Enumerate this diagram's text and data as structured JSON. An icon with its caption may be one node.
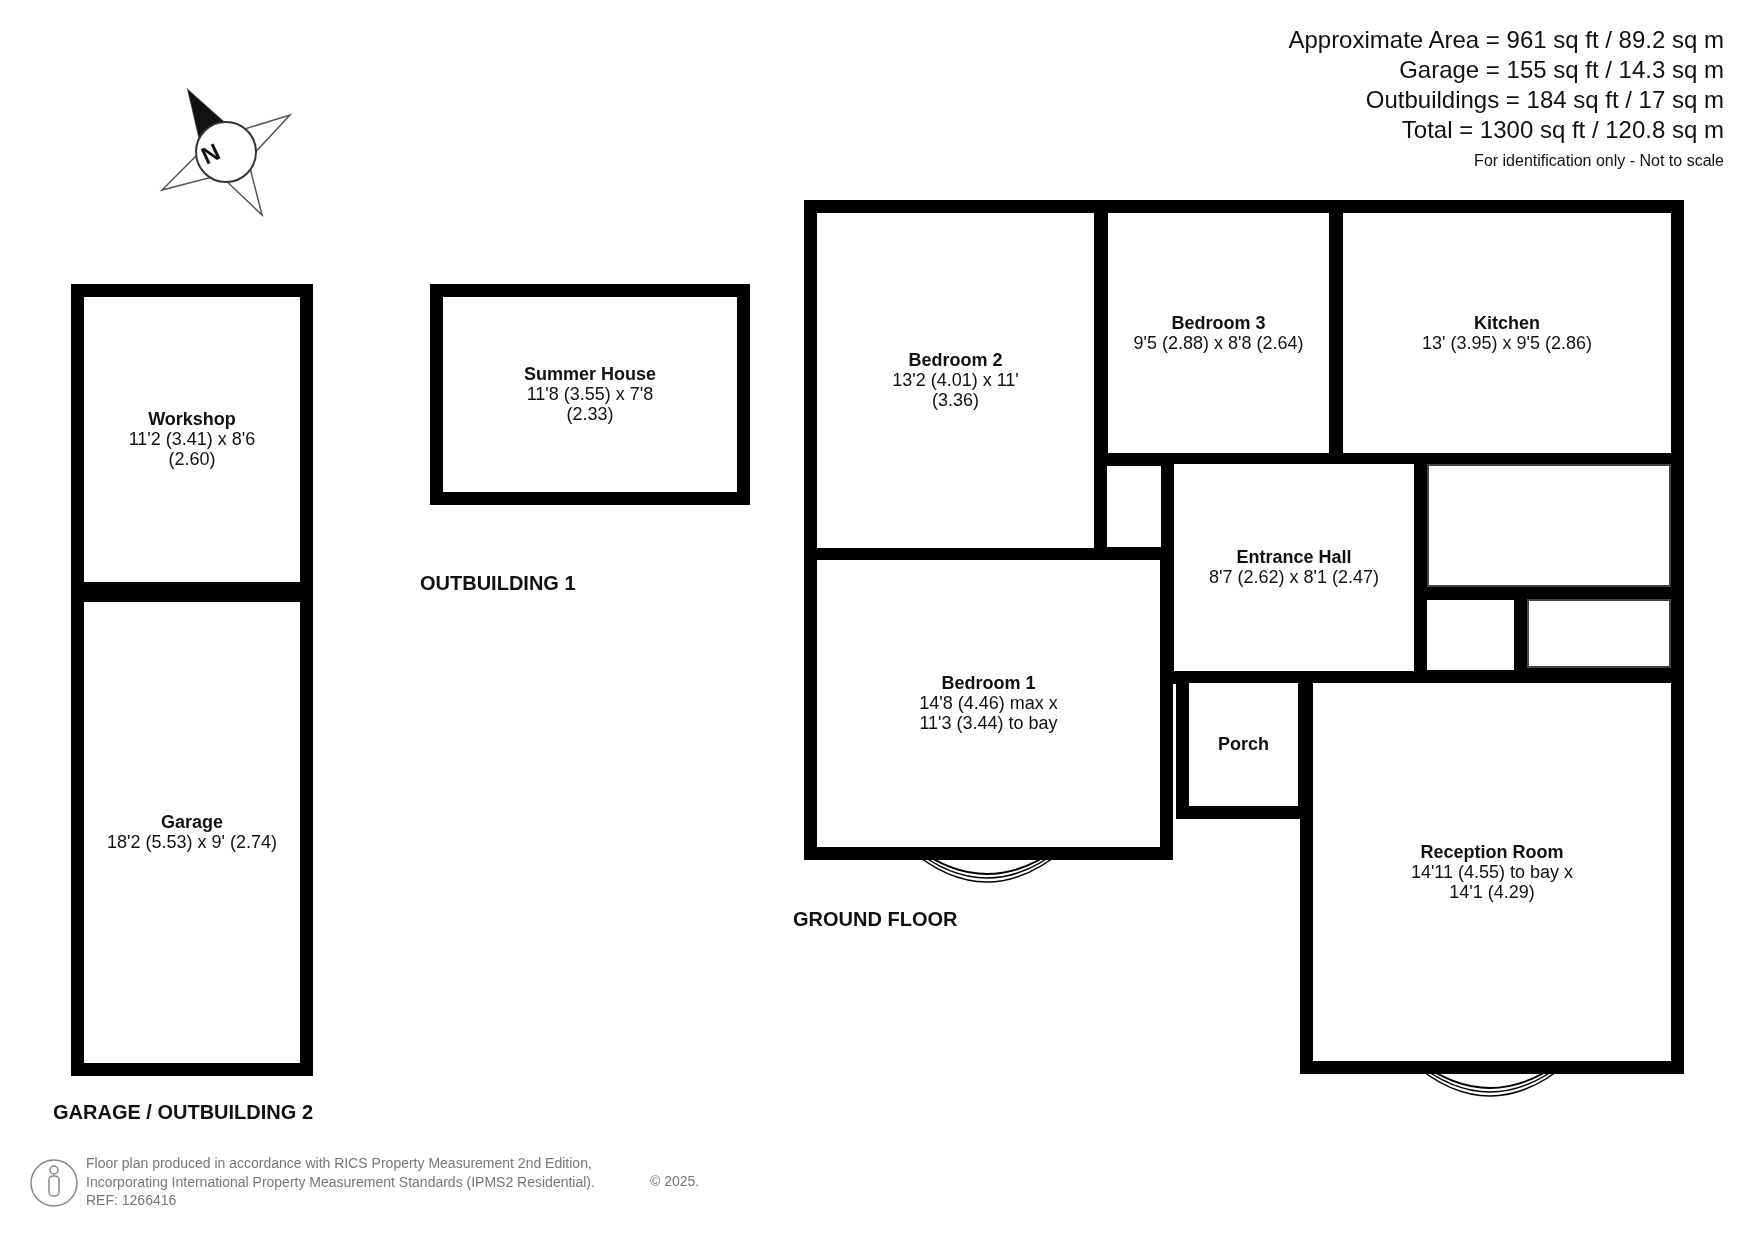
{
  "diagram": {
    "nodes": [
      {
        "text": [
          "Workshop",
          "11'2 (3.41) x 8'6 (2.60)"
        ]
      },
      {
        "text": [
          "Garage",
          "18'2 (5.53) x 9' (2.74)"
        ]
      },
      {
        "text": [
          "Summer House",
          "11'8 (3.55) x 7'8 (2.33)"
        ]
      },
      {
        "text": [
          "Bedroom 2",
          "13'2 (4.01) x 11' (3.36)"
        ]
      },
      {
        "text": [
          "Bedroom 3",
          "9'5 (2.88) x 8'8 (2.64)"
        ]
      },
      {
        "text": [
          "Kitchen",
          "13' (3.95) x 9'5 (2.86)"
        ]
      },
      {
        "text": [
          "Entrance Hall",
          "8'7 (2.62) x 8'1 (2.47)"
        ]
      },
      {
        "text": [
          "Bedroom 1",
          "14'8 (4.46) max x 11'3 (3.44) to bay"
        ]
      },
      {
        "text": [
          "Porch"
        ]
      },
      {
        "text": [
          "Reception Room",
          "14'11 (4.55) to bay x 14'1 (4.29)"
        ]
      },
      {
        "text": [],
        "shape": "box"
      },
      {
        "text": [],
        "shape": "box"
      }
    ],
    "labels": [
      "Approximate Area = 961 sq ft / 89.2 sq m",
      "Garage = 155 sq ft / 14.3 sq m",
      "Outbuildings = 184 sq ft / 17 sq m",
      "Total = 1300 sq ft / 120.8 sq m",
      "For identification only - Not to scale",
      "N",
      "OUTBUILDING 1",
      "GROUND FLOOR",
      "GARAGE / OUTBUILDING 2",
      "Floor plan produced in accordance with RICS Property Measurement 2nd Edition, Incorporating International Property Measurement Standards (IPMS2 Residential).",
      "© 2025.",
      "REF: 1266416"
    ]
  }
}
